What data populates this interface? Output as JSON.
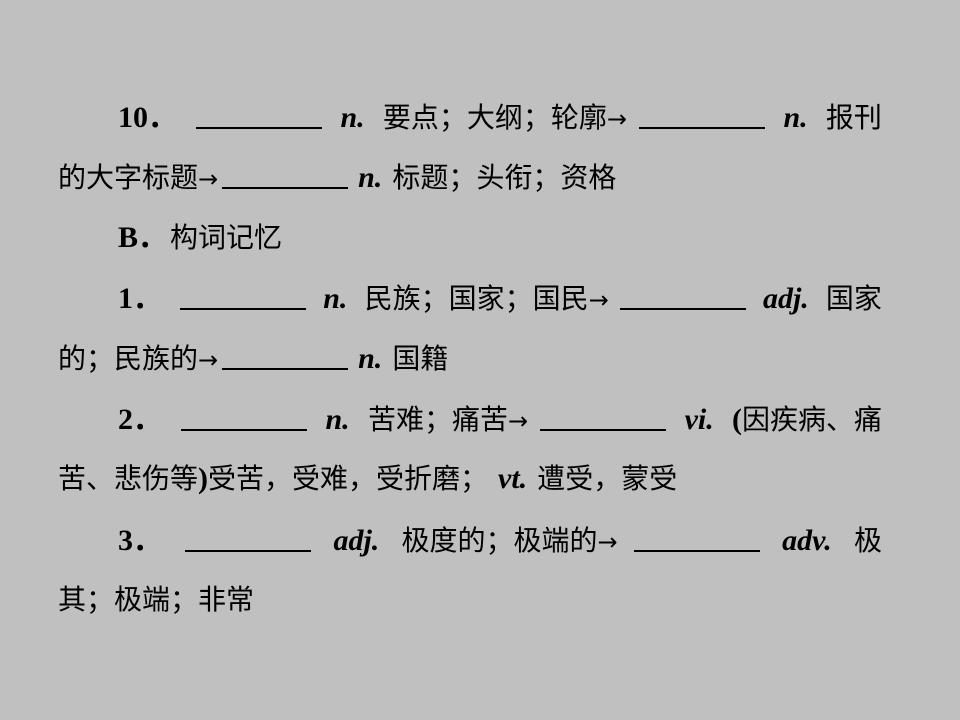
{
  "items": {
    "item10": {
      "num": "10．",
      "pos1": "n.",
      "meaning1": "要点；大纲；轮廓",
      "pos2": "n.",
      "meaning2_line1": "报刊",
      "meaning2_line2": "的大字标题",
      "pos3": "n.",
      "meaning3": "标题；头衔；资格"
    },
    "section_b": {
      "label": "B．",
      "title": "构词记忆"
    },
    "item1": {
      "num": "1．",
      "pos1": "n.",
      "meaning1": "民族；国家；国民",
      "pos2": "adj.",
      "meaning2_line1": "国家",
      "meaning2_line2": "的；民族的",
      "pos3": "n.",
      "meaning3": "国籍"
    },
    "item2": {
      "num": "2．",
      "pos1": "n.",
      "meaning1": "苦难；痛苦",
      "pos2": "vi.",
      "paren_open": "(",
      "meaning2_line1": "因疾病、痛",
      "meaning2_line2": "苦、悲伤等",
      "paren_close": ")",
      "meaning2_tail": "受苦，受难，受折磨；",
      "pos3": "vt.",
      "meaning3": "遭受，蒙受"
    },
    "item3": {
      "num": "3．",
      "pos1": "adj.",
      "meaning1": "极度的；极端的",
      "pos2": "adv.",
      "meaning2_line1": "极",
      "meaning2_line2": "其；极端；非常"
    }
  },
  "icons": {
    "arrow": "→"
  }
}
